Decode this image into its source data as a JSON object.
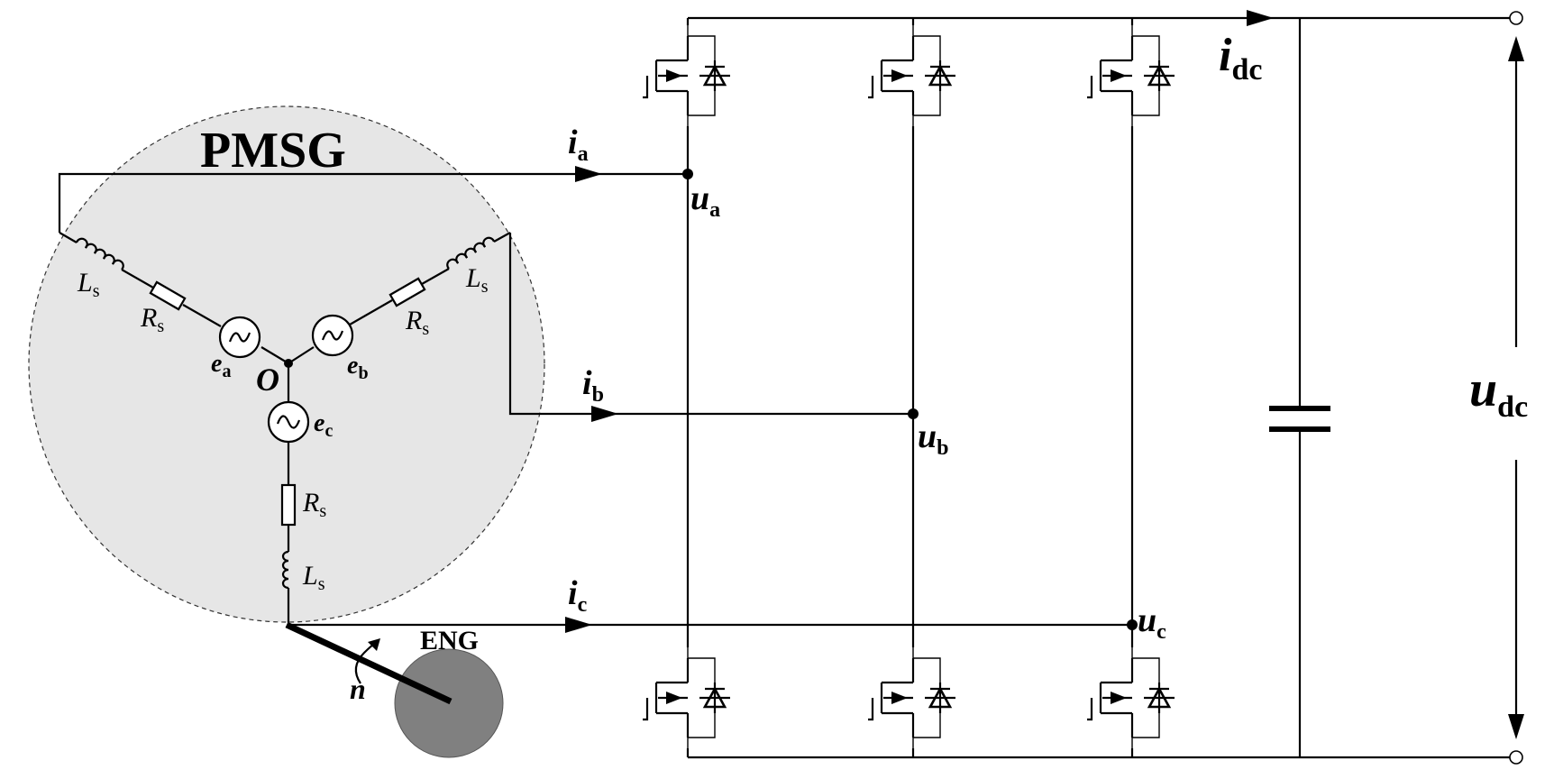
{
  "colors": {
    "pmsg_fill": "#e6e6e6",
    "engine_fill": "#808080",
    "wire": "#000000"
  },
  "pmsg": {
    "title": "PMSG",
    "neutral": "O",
    "phase_a": {
      "emf": "e",
      "emf_sub": "a",
      "resistor": "R",
      "resistor_sub": "s",
      "inductor": "L",
      "inductor_sub": "s"
    },
    "phase_b": {
      "emf": "e",
      "emf_sub": "b",
      "resistor": "R",
      "resistor_sub": "s",
      "inductor": "L",
      "inductor_sub": "s"
    },
    "phase_c": {
      "emf": "e",
      "emf_sub": "c",
      "resistor": "R",
      "resistor_sub": "s",
      "inductor": "L",
      "inductor_sub": "s"
    }
  },
  "engine": {
    "label": "ENG",
    "speed": "n"
  },
  "currents": {
    "ia": {
      "sym": "i",
      "sub": "a"
    },
    "ib": {
      "sym": "i",
      "sub": "b"
    },
    "ic": {
      "sym": "i",
      "sub": "c"
    },
    "idc": {
      "sym": "i",
      "sub": "dc"
    }
  },
  "voltages": {
    "ua": {
      "sym": "u",
      "sub": "a"
    },
    "ub": {
      "sym": "u",
      "sub": "b"
    },
    "uc": {
      "sym": "u",
      "sub": "c"
    },
    "udc": {
      "sym": "u",
      "sub": "dc"
    }
  }
}
